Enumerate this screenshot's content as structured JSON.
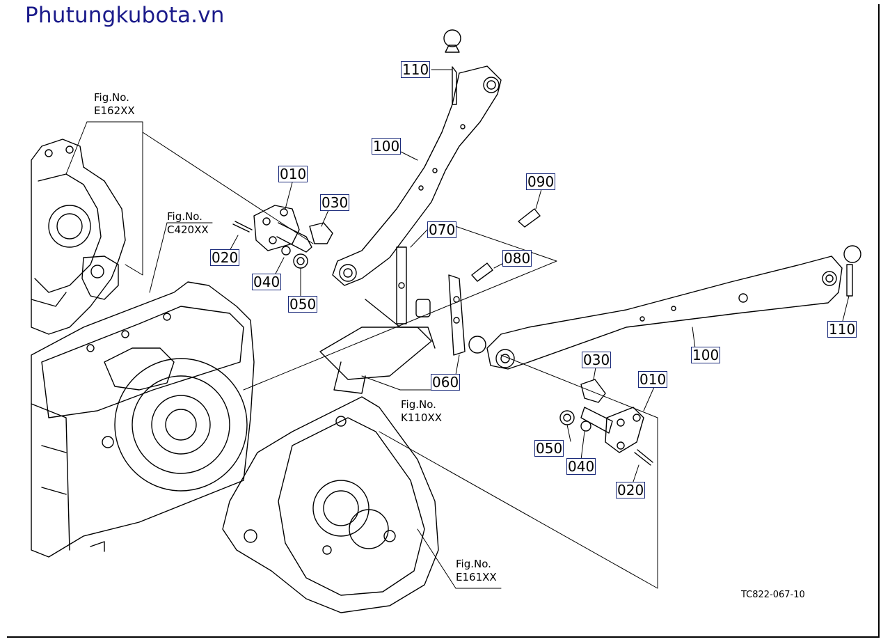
{
  "watermark": "Phutungkubota.vn",
  "drawing_number": "TC822-067-10",
  "fig_refs": [
    {
      "id": "e162",
      "line1": "Fig.No.",
      "line2": "E162XX"
    },
    {
      "id": "c420",
      "line1": "Fig.No.",
      "line2": "C420XX"
    },
    {
      "id": "k110",
      "line1": "Fig.No.",
      "line2": "K110XX"
    },
    {
      "id": "e161",
      "line1": "Fig.No.",
      "line2": "E161XX"
    }
  ],
  "callouts": {
    "c110_left": "110",
    "c100_upper": "100",
    "c010_left": "010",
    "c030_left": "030",
    "c020_left": "020",
    "c040_left": "040",
    "c050_left": "050",
    "c090": "090",
    "c070": "070",
    "c080": "080",
    "c060": "060",
    "c110_right": "110",
    "c100_lower": "100",
    "c030_right": "030",
    "c010_right": "010",
    "c050_right": "050",
    "c040_right": "040",
    "c020_right": "020"
  },
  "colors": {
    "callout_border": "#1a2a7a",
    "watermark": "#1a1a8a",
    "line": "#000000"
  }
}
